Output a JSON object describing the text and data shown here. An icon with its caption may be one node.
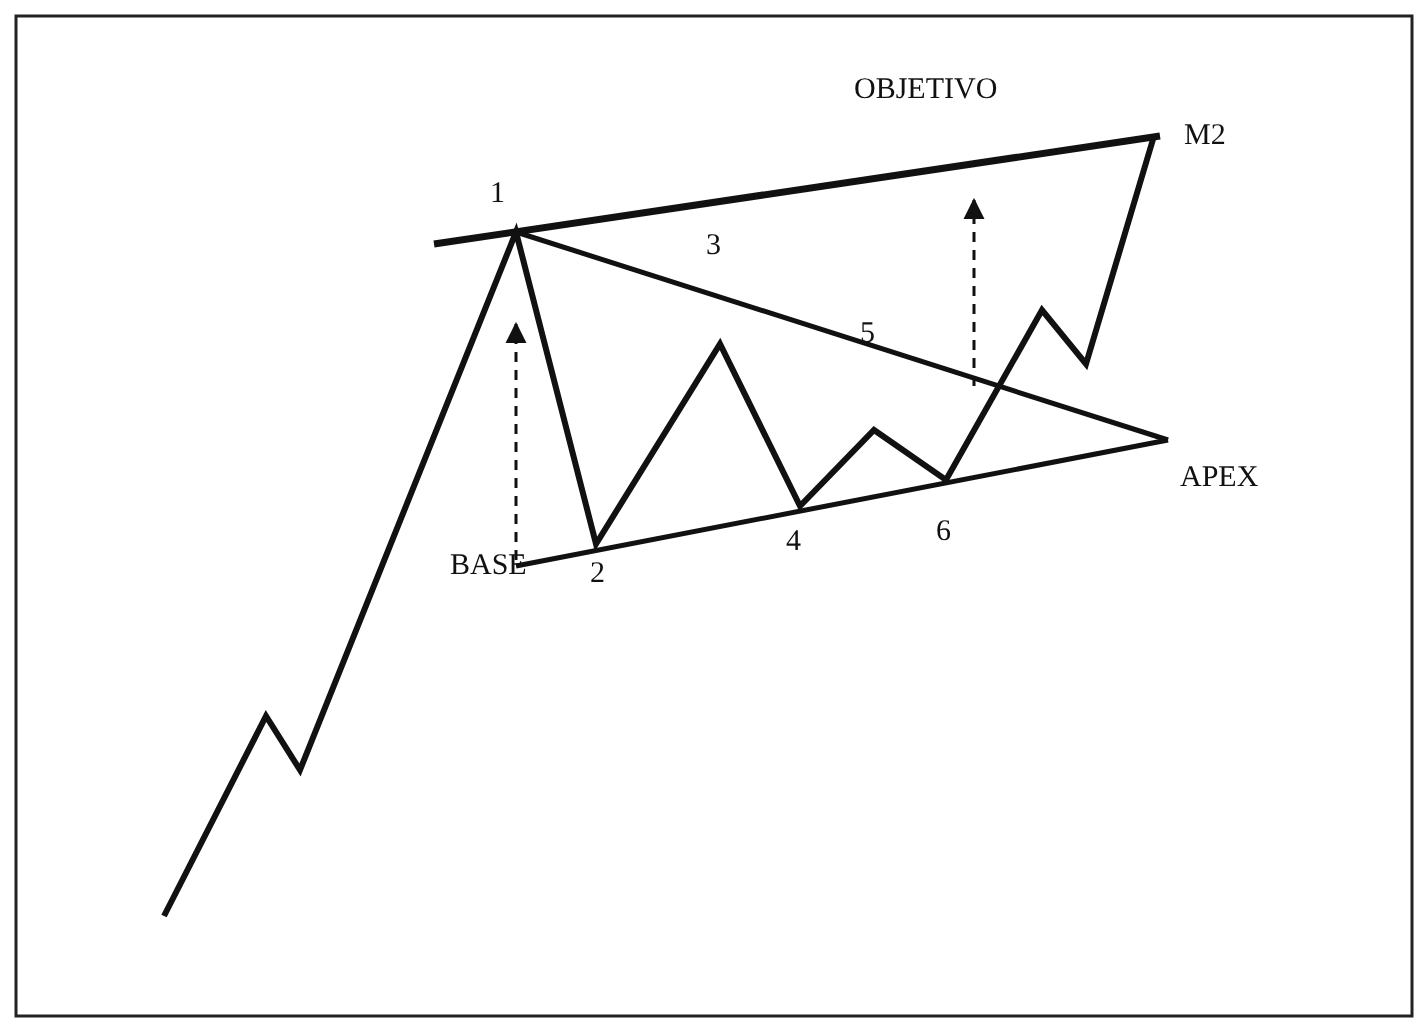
{
  "diagram": {
    "labels": [
      "OBJETIVO",
      "M2",
      "1",
      "3",
      "5",
      "APEX",
      "6",
      "2",
      "4",
      "BASE"
    ]
  }
}
